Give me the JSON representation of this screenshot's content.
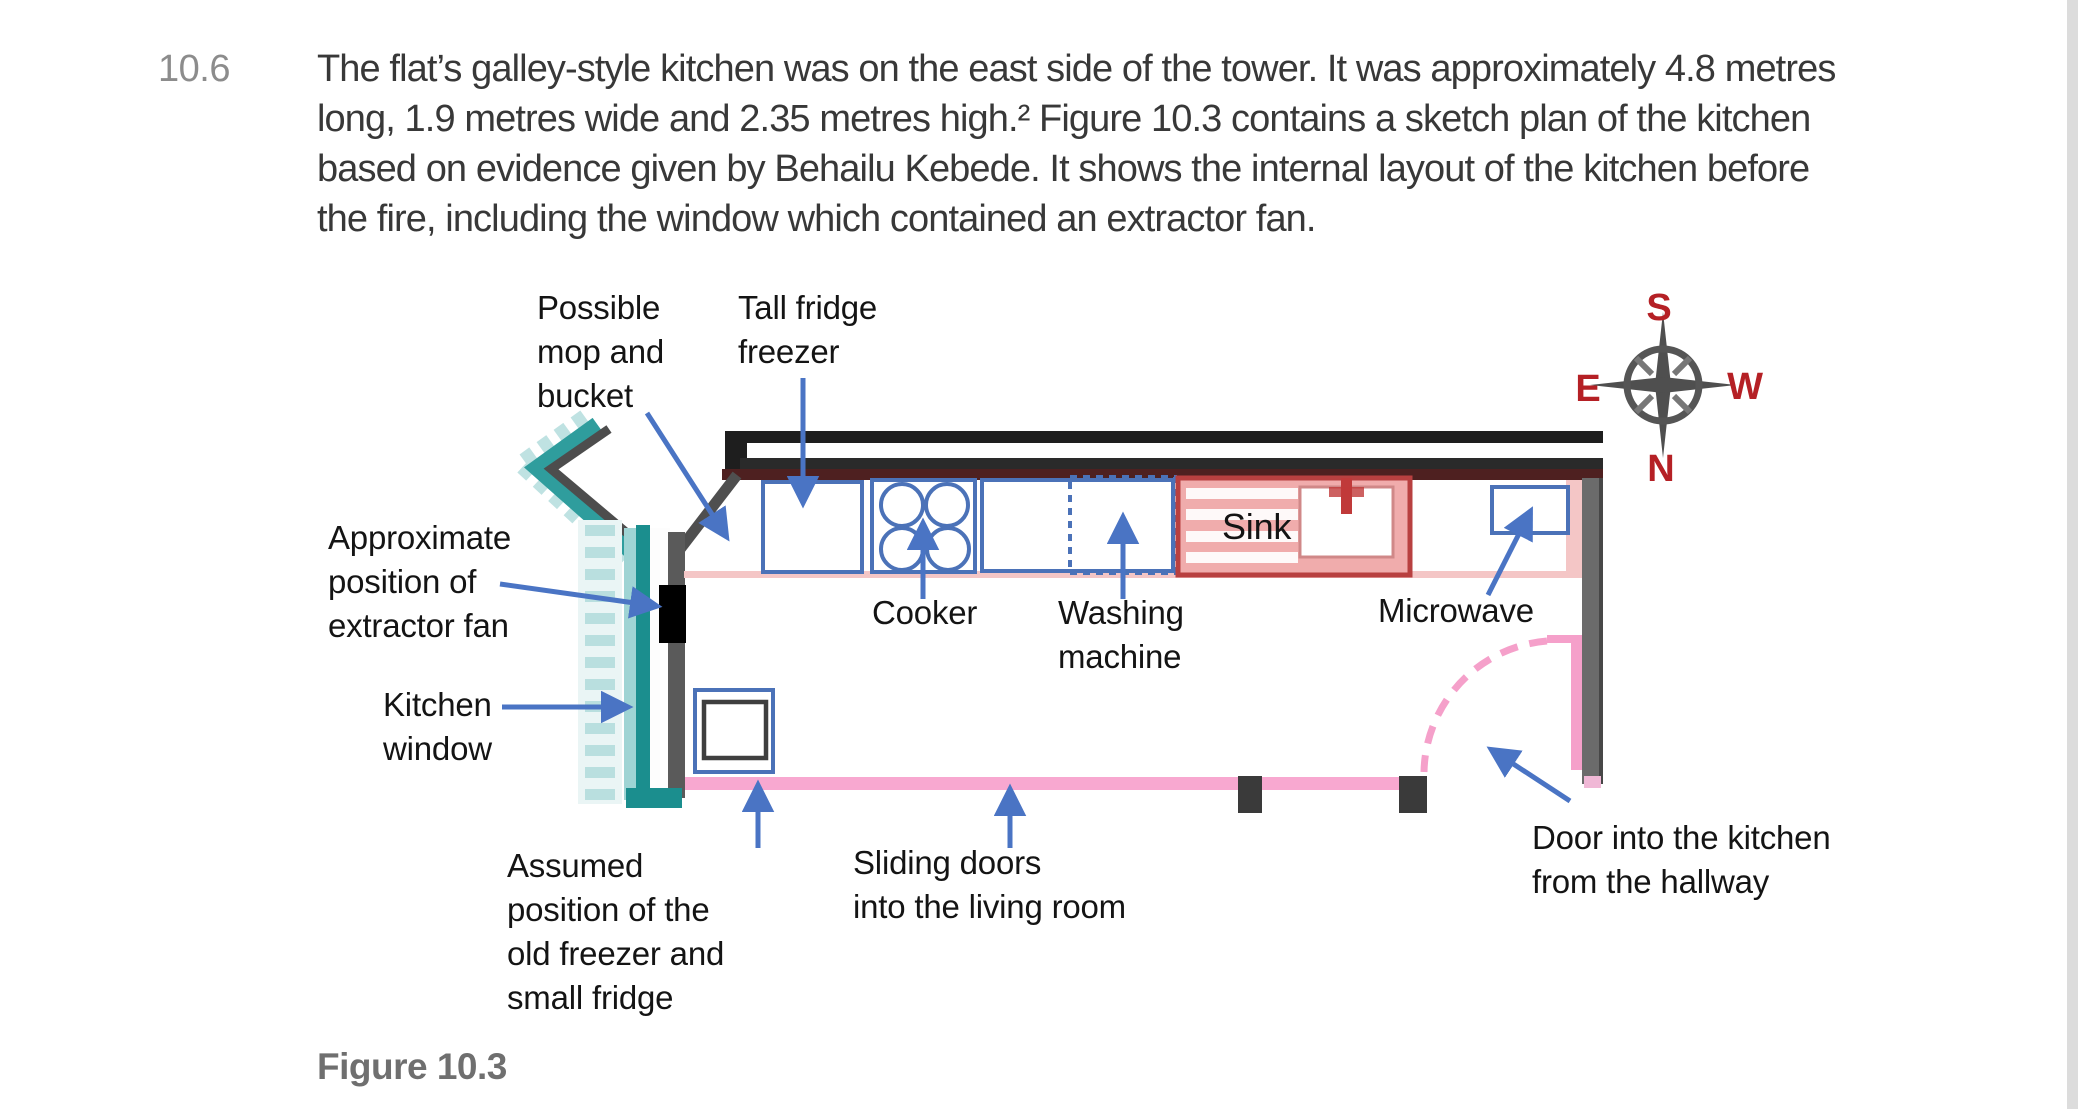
{
  "paragraph": {
    "number": "10.6",
    "lines": [
      "The flat’s galley-style kitchen was on the east side of the tower. It was approximately 4.8 metres",
      "long, 1.9 metres wide and 2.35 metres high.² Figure 10.3 contains a sketch plan of the kitchen",
      "based on evidence given by Behailu Kebede. It shows the internal layout of the kitchen before",
      "the fire, including the window which contained an extractor fan."
    ]
  },
  "figure": {
    "caption": "Figure 10.3",
    "labels": {
      "mop": "Possible\nmop and\nbucket",
      "tall_fridge": "Tall fridge\nfreezer",
      "extractor": "Approximate\nposition of\nextractor fan",
      "window": "Kitchen\nwindow",
      "cooker": "Cooker",
      "washing": "Washing\nmachine",
      "sink": "Sink",
      "microwave": "Microwave",
      "freezer": "Assumed\nposition of the\nold freezer and\nsmall fridge",
      "sliding": "Sliding doors\ninto the living room",
      "door": "Door into the kitchen\nfrom the hallway"
    },
    "compass": {
      "top": "S",
      "left": "E",
      "right": "W",
      "bottom": "N"
    },
    "colors": {
      "arrow_blue": "#4a74c4",
      "appliance_blue": "#4b72b8",
      "window_teal": "#1b8e8e",
      "wall_black": "#1e1e1e",
      "wall_maroon": "#4e2020",
      "hall_pink": "#f8a8d0",
      "sink_red": "#b84040",
      "compass_red": "#b52025",
      "paragraph_number_gray": "#8c8c8c",
      "caption_gray": "#6f6f6f"
    }
  }
}
